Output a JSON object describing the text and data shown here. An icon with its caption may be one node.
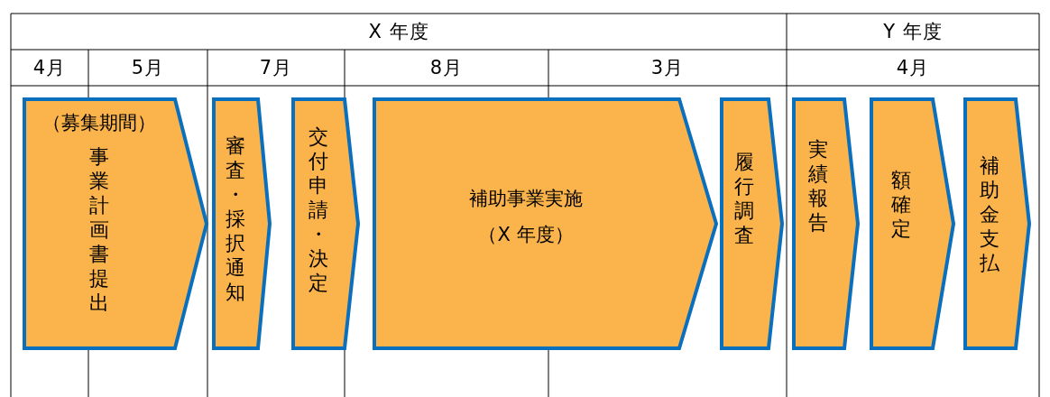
{
  "diagram": {
    "nodes": [
      {
        "text": [
          "（募集期間）",
          "事業計画書提出"
        ]
      },
      {
        "text": [
          "審査・採択通知"
        ]
      },
      {
        "text": [
          "交付申請・決定"
        ]
      },
      {
        "text": [
          "補助事業実施",
          "（X 年度）"
        ]
      },
      {
        "text": [
          "履行調査"
        ]
      },
      {
        "text": [
          "実績報告"
        ]
      },
      {
        "text": [
          "額確定"
        ]
      },
      {
        "text": [
          "補助金支払"
        ]
      }
    ],
    "labels": [
      "X 年度",
      "Y 年度",
      "4月",
      "5月",
      "7月",
      "8月",
      "3月",
      "4月"
    ]
  }
}
